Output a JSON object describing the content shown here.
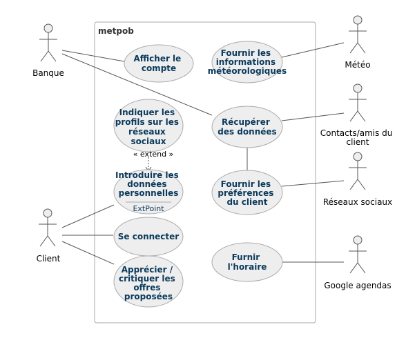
{
  "system": {
    "title": "metpob"
  },
  "colors": {
    "use_case_fill": "#eeeeee",
    "use_case_stroke": "#aaaaaa",
    "line": "#555555",
    "text": "#0b3a5c"
  },
  "actors": {
    "banque": "Banque",
    "client": "Client",
    "meteo": "Météo",
    "contacts": [
      "Contacts/amis du",
      "client"
    ],
    "reseaux": "Réseaux sociaux",
    "google": "Google agendas"
  },
  "use_cases": {
    "afficher": [
      "Afficher le",
      "compte"
    ],
    "fournir_info": [
      "Fournir les",
      "informations",
      "météorologiques"
    ],
    "indiquer": [
      "Indiquer les",
      "profils sur les",
      "réseaux",
      "sociaux"
    ],
    "recuperer": [
      "Récupérer",
      "des données"
    ],
    "introduire": [
      "Introduire les",
      "données",
      "personnelles"
    ],
    "fournir_pref": [
      "Fournir les",
      "préférences",
      "du client"
    ],
    "connecter": [
      "Se connecter"
    ],
    "furnir": [
      "Furnir",
      "l'horaire"
    ],
    "apprecier": [
      "Apprécier /",
      "critiquer les",
      "offres",
      "proposées"
    ]
  },
  "extend_label": "« extend »",
  "ext_point": "ExtPoint"
}
